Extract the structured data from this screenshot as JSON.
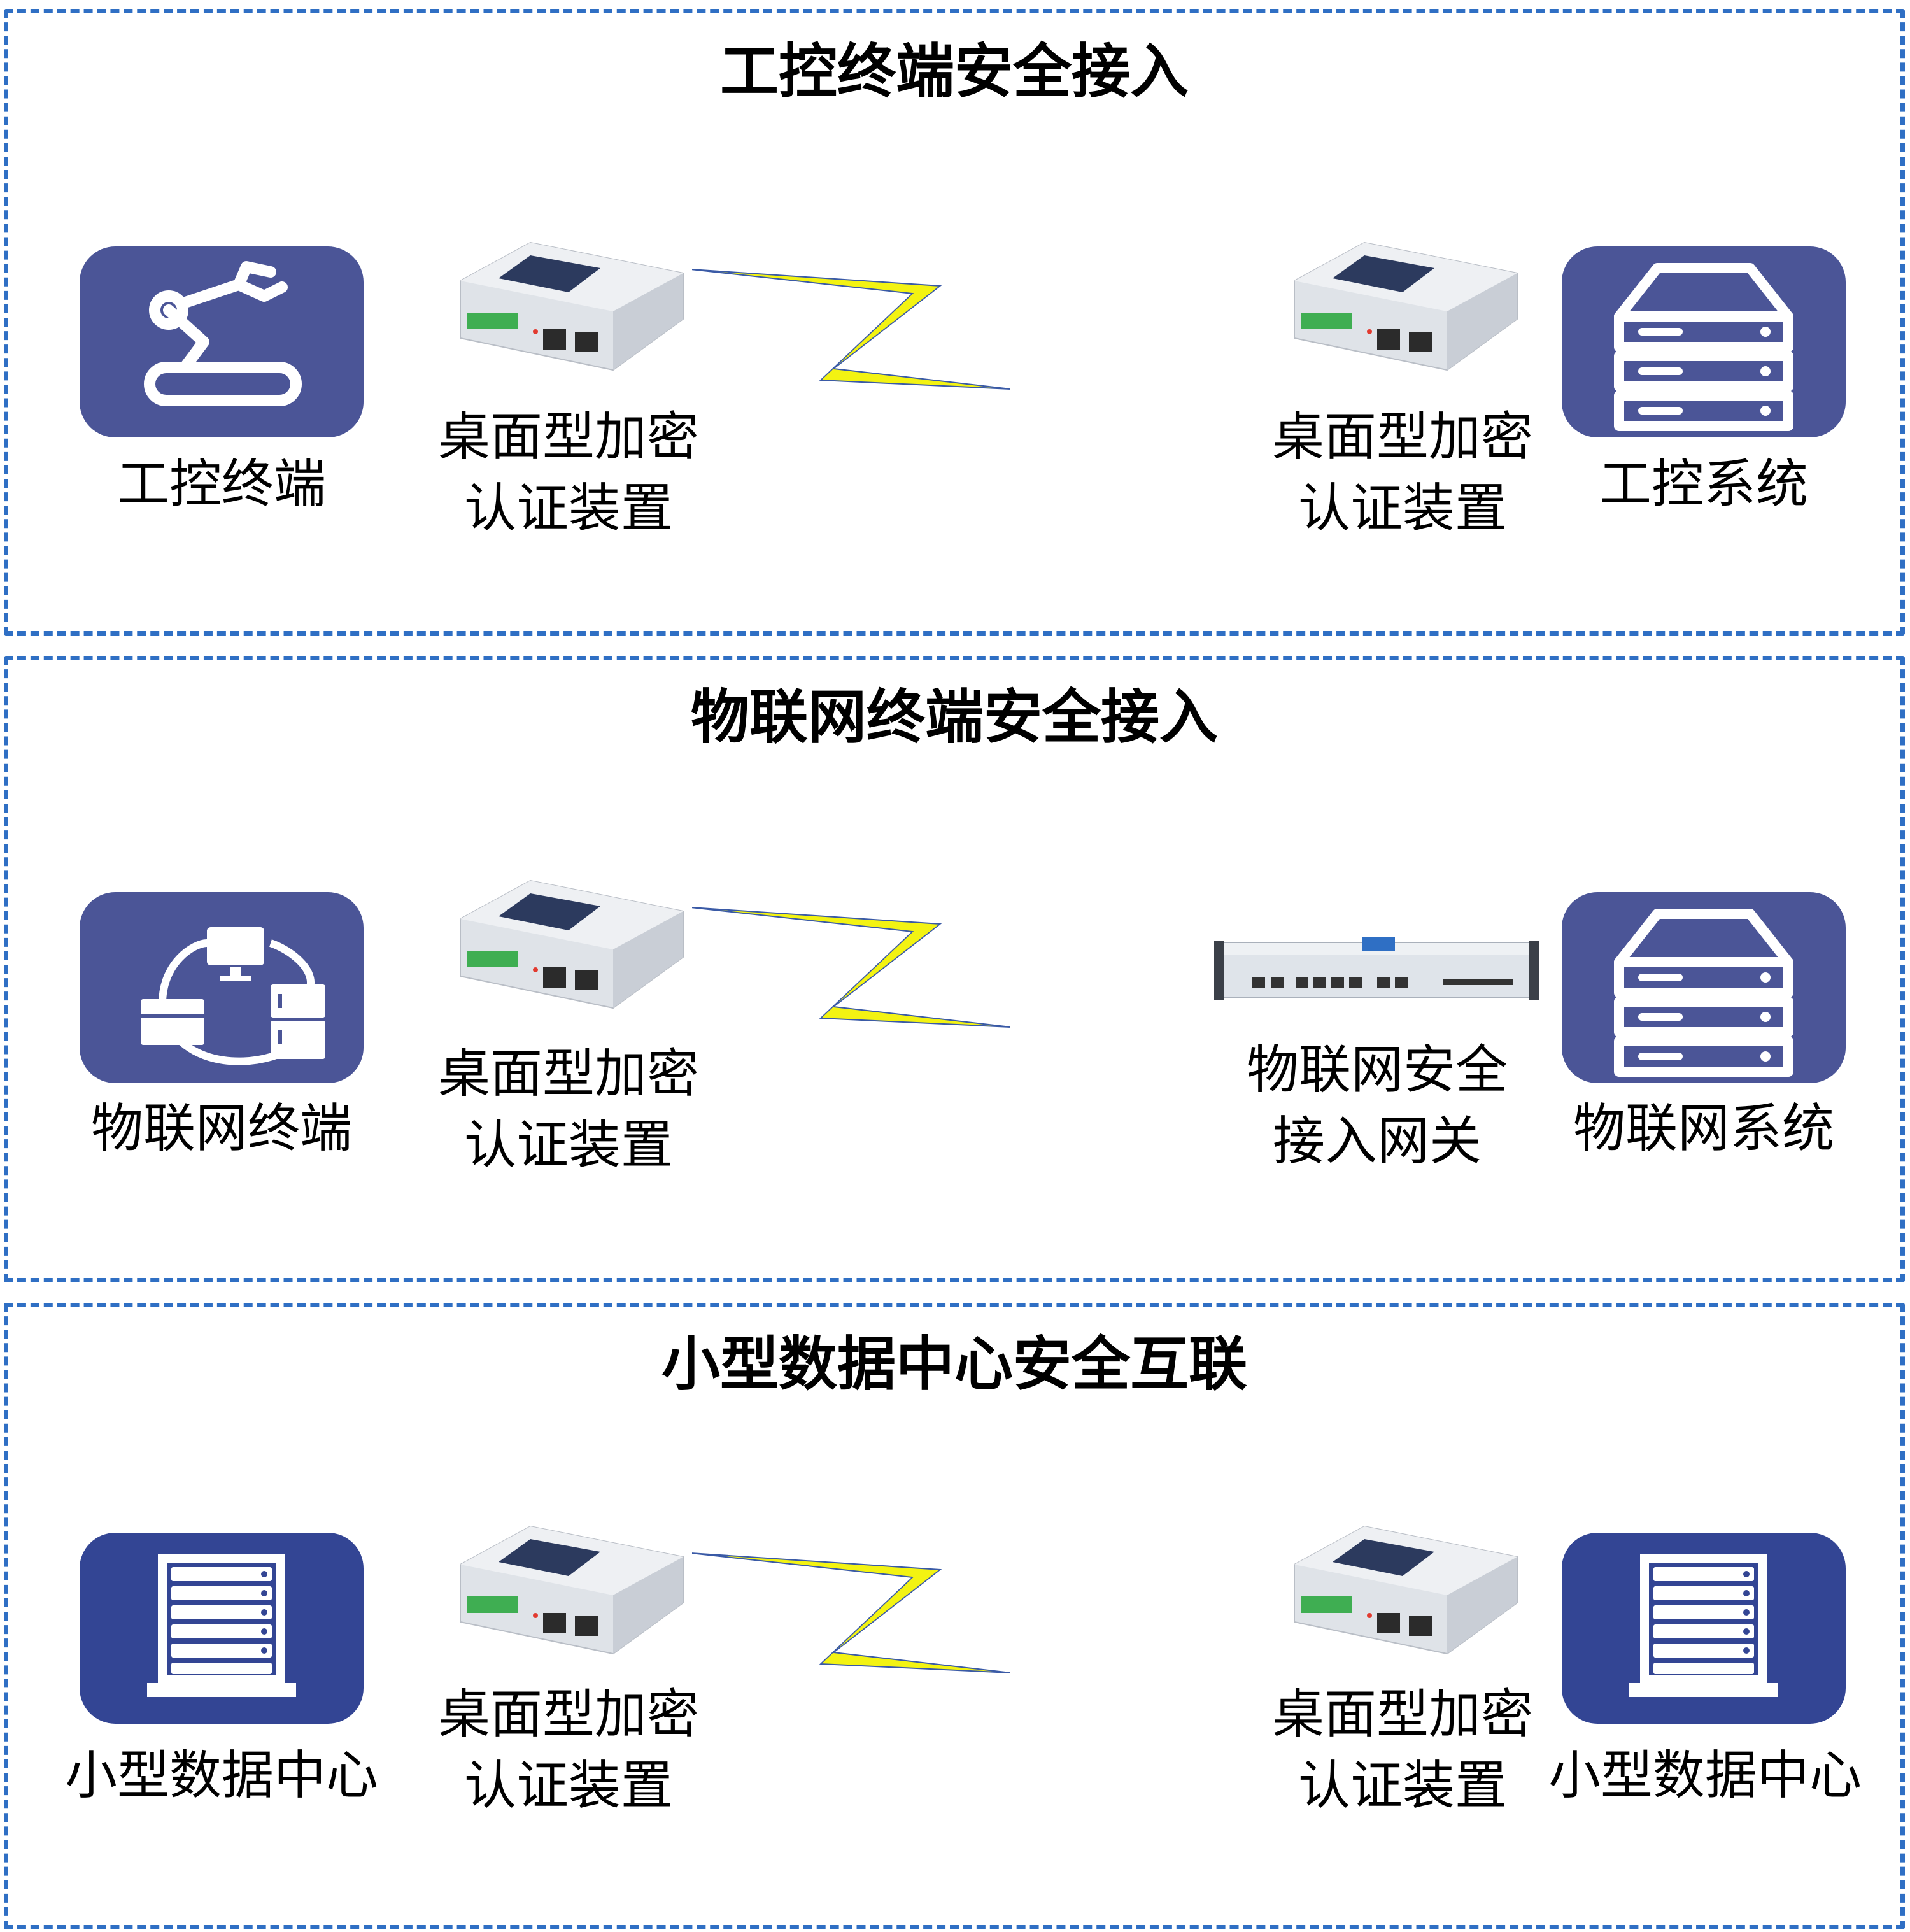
{
  "panels": [
    {
      "title": "工控终端安全接入",
      "left_node": "工控终端",
      "left_device": [
        "桌面型加密",
        "认证装置"
      ],
      "right_device": [
        "桌面型加密",
        "认证装置"
      ],
      "right_node": "工控系统",
      "left_icon": "robot-arm-icon",
      "right_icon": "server-stack-icon",
      "right_device_type": "desktop-encryption-device"
    },
    {
      "title": "物联网终端安全接入",
      "left_node": "物联网终端",
      "left_device": [
        "桌面型加密",
        "认证装置"
      ],
      "right_device": [
        "物联网安全",
        "接入网关"
      ],
      "right_node": "物联网系统",
      "left_icon": "iot-network-icon",
      "right_icon": "server-stack-icon",
      "right_device_type": "rack-gateway-device"
    },
    {
      "title": "小型数据中心安全互联",
      "left_node": "小型数据中心",
      "left_device": [
        "桌面型加密",
        "认证装置"
      ],
      "right_device": [
        "桌面型加密",
        "认证装置"
      ],
      "right_node": "小型数据中心",
      "left_icon": "server-rack-icon",
      "right_icon": "server-rack-icon",
      "right_device_type": "desktop-encryption-device"
    }
  ],
  "colors": {
    "border": "#2f6fc4",
    "tile": "#4b5597",
    "tile_dark": "#334594",
    "link_fill": "#f3f312",
    "link_stroke": "#3a5aa6",
    "terminal_green": "#3fae52"
  }
}
